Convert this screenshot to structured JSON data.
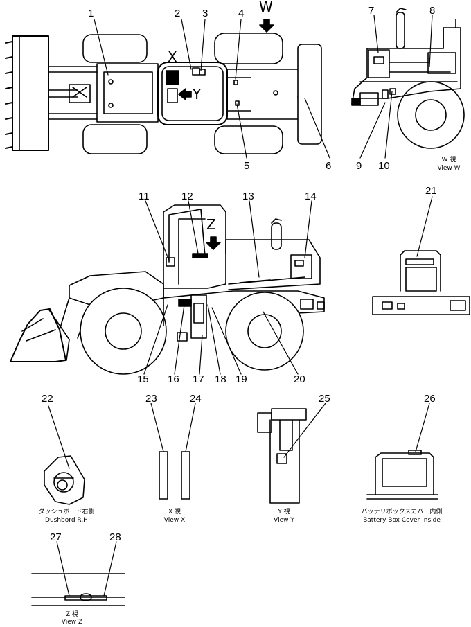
{
  "callouts": [
    "1",
    "2",
    "3",
    "4",
    "5",
    "6",
    "7",
    "8",
    "9",
    "10",
    "11",
    "12",
    "13",
    "14",
    "15",
    "16",
    "17",
    "18",
    "19",
    "20",
    "21",
    "22",
    "23",
    "24",
    "25",
    "26",
    "27",
    "28"
  ],
  "view_letters": {
    "w": "W",
    "x": "X",
    "y": "Y",
    "z": "Z"
  },
  "captions": {
    "view_w_jp": "W 視",
    "view_w_en": "View W",
    "dash_jp": "ダッシュボード右側",
    "dash_en": "Dushbord R.H",
    "view_x_jp": "X 視",
    "view_x_en": "View X",
    "view_y_jp": "Y 視",
    "view_y_en": "View Y",
    "battery_jp": "バッテリボックスカバー内側",
    "battery_en": "Battery Box Cover Inside",
    "view_z_jp": "Z 視",
    "view_z_en": "View Z"
  }
}
